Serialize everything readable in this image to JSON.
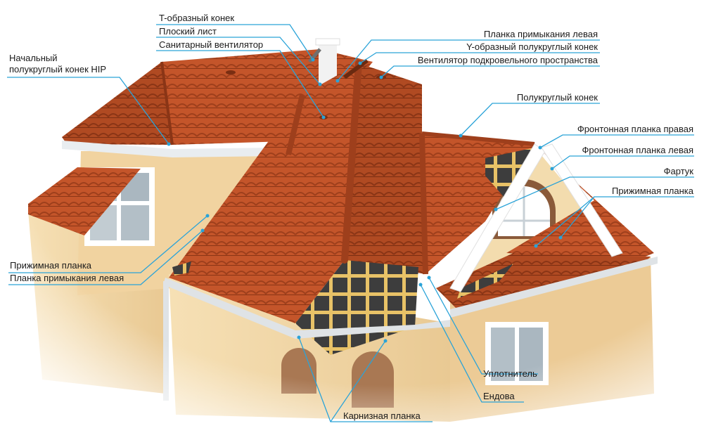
{
  "labels": {
    "t_ridge": "T-образный конек",
    "flat_sheet": "Плоский лист",
    "sanitary_vent": "Санитарный вентилятор",
    "start_hip": "Начальный\nполукруглый конек HIP",
    "abutment_left_top": "Планка примыкания левая",
    "y_ridge": "Y-образный полукруглый конек",
    "roof_vent": "Вентилятор подкровельного пространства",
    "semi_ridge": "Полукруглый конек",
    "gable_right": "Фронтонная планка правая",
    "gable_left": "Фронтонная планка левая",
    "apron": "Фартук",
    "clamp_right": "Прижимная планка",
    "clamp_left": "Прижимная планка",
    "abutment_left_bottom": "Планка примыкания левая",
    "sealant": "Уплотнитель",
    "valley": "Ендова",
    "eaves": "Карнизная планка"
  },
  "colors": {
    "tile": "#c4552a",
    "tile_dark": "#9e3f1c",
    "tile_light": "#d9703f",
    "wall": "#f3d7a6",
    "wall_shade": "#e2c08a",
    "trim": "#ffffff",
    "gutter": "#dfe3e6",
    "pointer": "#2aa3d8",
    "membrane": "#3d3d3d",
    "batten": "#e8c267"
  }
}
